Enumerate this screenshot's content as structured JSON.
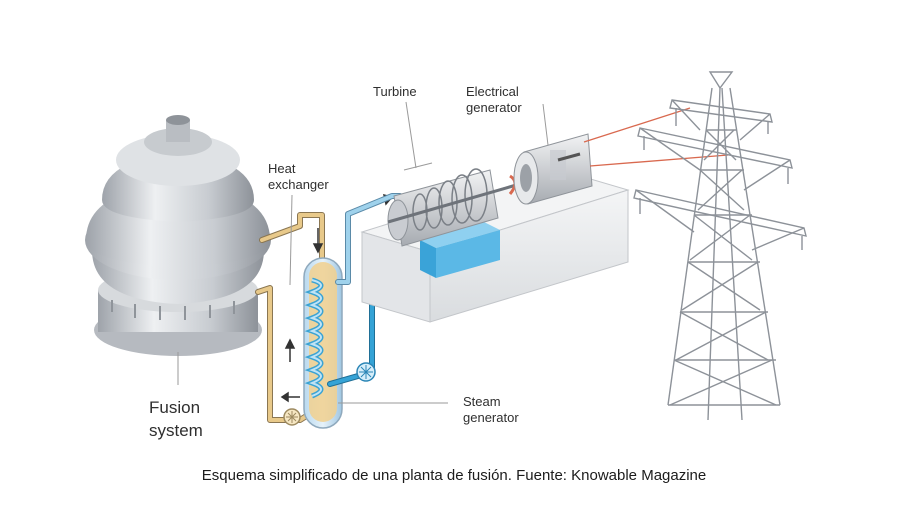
{
  "labels": {
    "turbine": "Turbine",
    "electrical_generator_line1": "Electrical",
    "electrical_generator_line2": "generator",
    "heat_exchanger_line1": "Heat",
    "heat_exchanger_line2": "exchanger",
    "fusion_system_line1": "Fusion",
    "fusion_system_line2": "system",
    "steam_generator_line1": "Steam",
    "steam_generator_line2": "generator"
  },
  "caption": "Esquema simplificado de una planta de fusión. Fuente: Knowable Magazine",
  "colors": {
    "hot_loop": "#e8c98a",
    "steam_loop": "#9fd2ec",
    "water_loop": "#35a3d6",
    "power_lines": "#d9694f",
    "structure": "#c9ccd1"
  }
}
